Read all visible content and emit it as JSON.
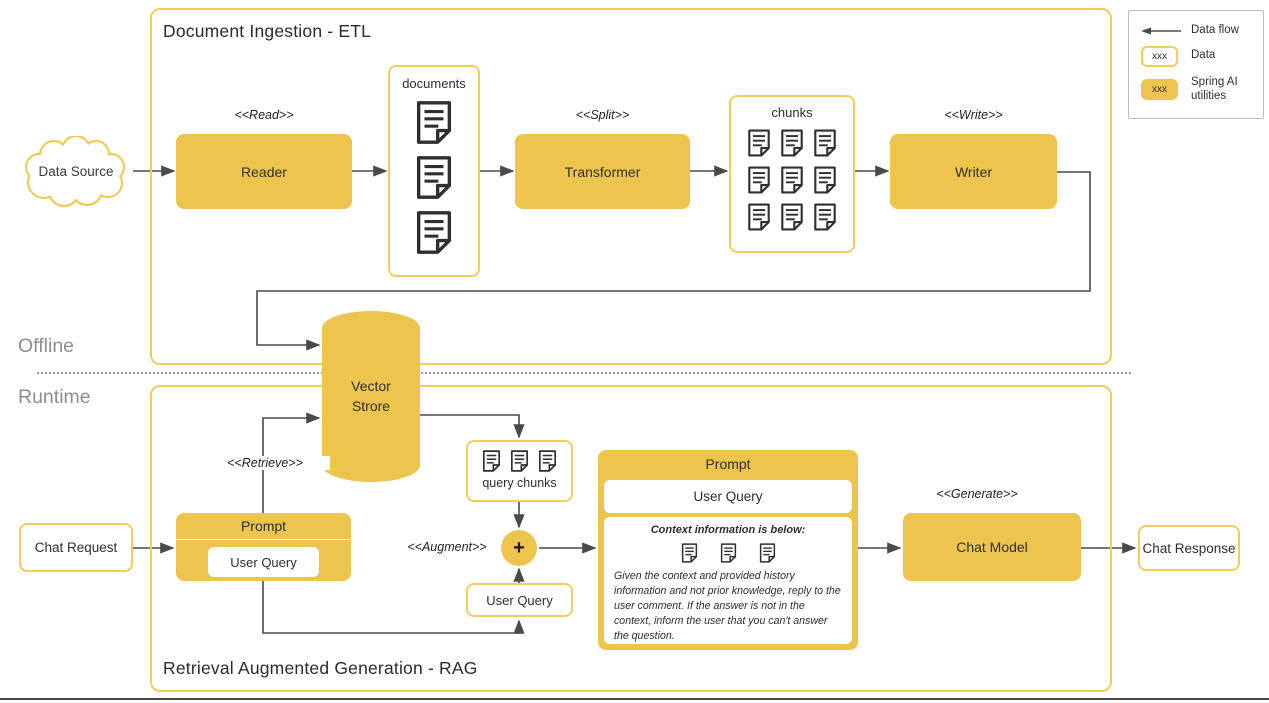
{
  "legend": {
    "data_flow_label": "Data flow",
    "data_label": "Data",
    "spring_label": "Spring AI utilities",
    "sample_text": "xxx"
  },
  "offline_label": "Offline",
  "runtime_label": "Runtime",
  "etl": {
    "title": "Document Ingestion - ETL",
    "data_source": "Data Source",
    "read_stereotype": "<<Read>>",
    "reader": "Reader",
    "documents_label": "documents",
    "split_stereotype": "<<Split>>",
    "transformer": "Transformer",
    "chunks_label": "chunks",
    "write_stereotype": "<<Write>>",
    "writer": "Writer"
  },
  "vector_store": "Vector Strore",
  "rag": {
    "title": "Retrieval Augmented Generation - RAG",
    "chat_request": "Chat Request",
    "prompt_label": "Prompt",
    "user_query": "User Query",
    "retrieve_stereotype": "<<Retrieve>>",
    "query_chunks_label": "query chunks",
    "augment_stereotype": "<<Augment>>",
    "plus": "+",
    "user_query_small": "User Query",
    "prompt_big_label": "Prompt",
    "prompt_user_query": "User Query",
    "context_heading": "Context information is below:",
    "context_body": "Given the context and provided history information and not prior knowledge, reply to the user comment. If the answer is not in the context, inform the user that you can't answer the question.",
    "generate_stereotype": "<<Generate>>",
    "chat_model": "Chat Model",
    "chat_response": "Chat Response"
  },
  "colors": {
    "accent_fill": "#edc54e",
    "accent_border": "#f2cd5e",
    "line": "#4a4a4a",
    "muted_text": "#8e8e8e"
  }
}
